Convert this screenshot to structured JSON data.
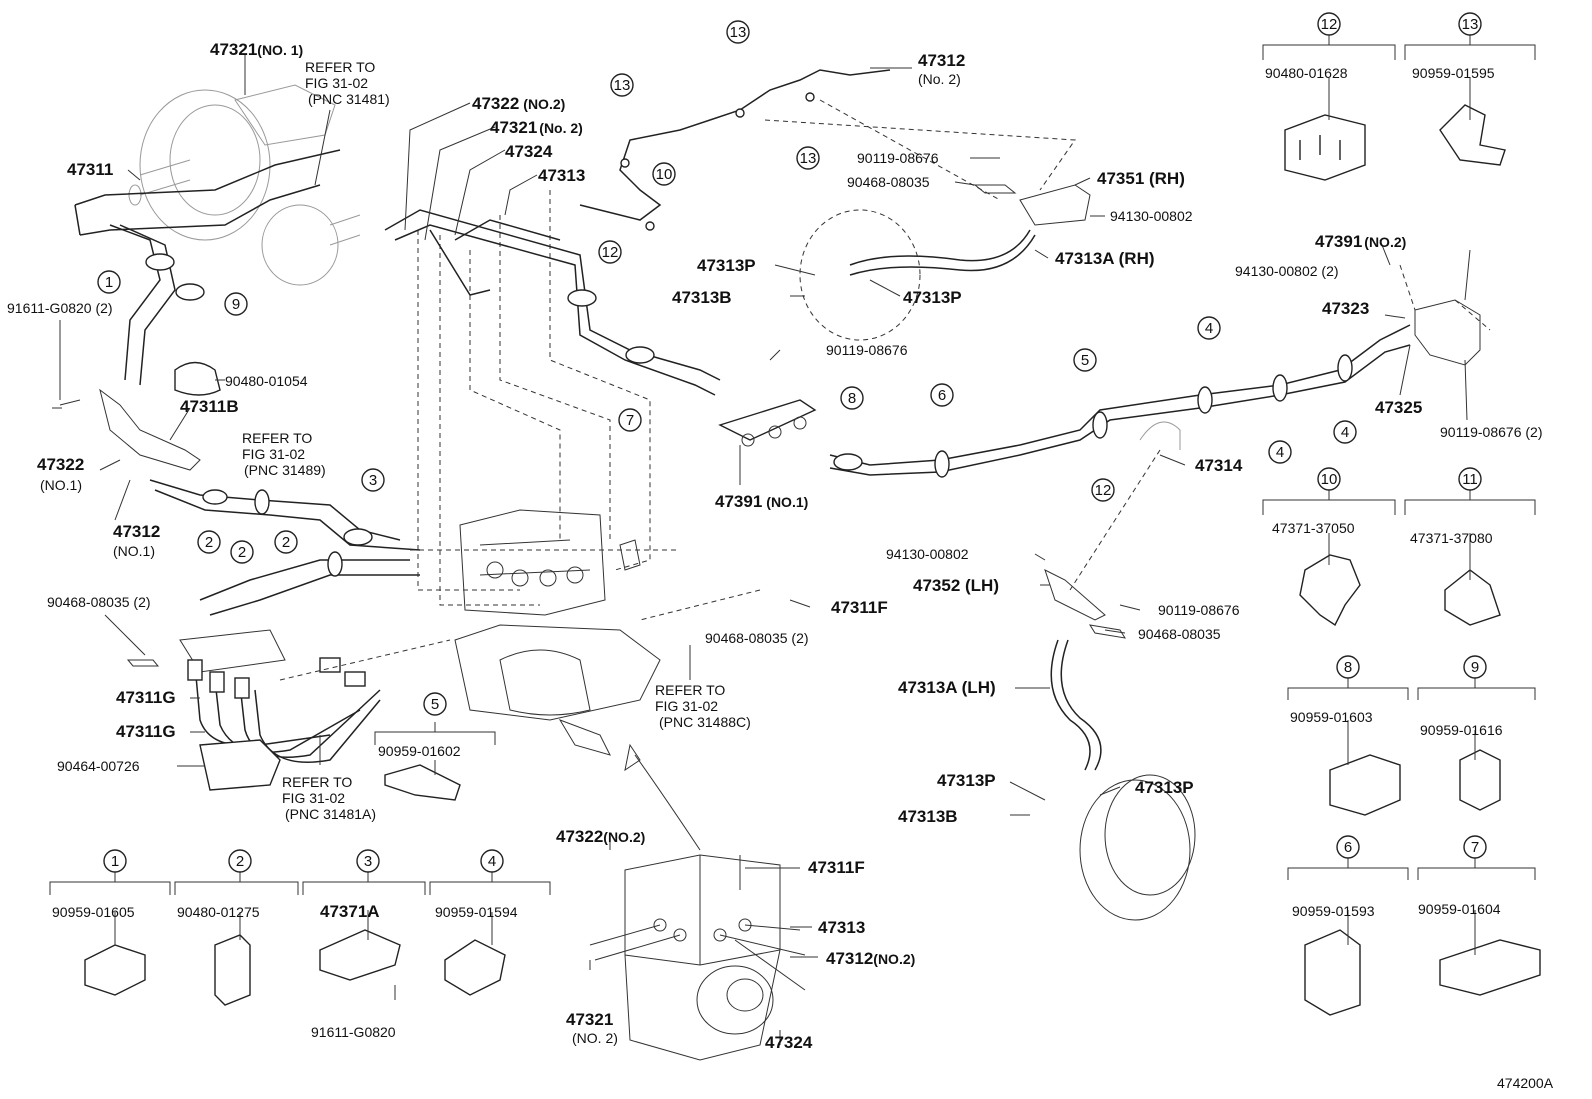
{
  "figure_code": "474200A",
  "callouts": {
    "c1": "1",
    "c2": "2",
    "c3": "3",
    "c4": "4",
    "c5": "5",
    "c6": "6",
    "c7": "7",
    "c8": "8",
    "c9": "9",
    "c10": "10",
    "c11": "11",
    "c12": "12",
    "c13": "13"
  },
  "labels": {
    "p47321_no1": "47321",
    "p47321_no1_sfx": "(NO. 1)",
    "ref1": "REFER TO",
    "ref1b": "FIG 31-02",
    "ref1c": "(PNC 31481)",
    "p47311": "47311",
    "p91611_2": "91611-G0820 (2)",
    "p90480_01054": "90480-01054",
    "p47311B": "47311B",
    "ref2": "REFER TO",
    "ref2b": "FIG 31-02",
    "ref2c": "(PNC 31489)",
    "p47322_no1": "47322",
    "p47322_no1_sfx": "(NO.1)",
    "p47312_no1": "47312",
    "p47312_no1_sfx": "(NO.1)",
    "p90468_2a": "90468-08035 (2)",
    "p47311G_a": "47311G",
    "p47311G_b": "47311G",
    "p90464": "90464-00726",
    "ref3": "REFER TO",
    "ref3b": "FIG 31-02",
    "ref3c": "(PNC 31481A)",
    "p90959_01602": "90959-01602",
    "p47322_no2_top": "47322",
    "p47322_no2_top_sfx": "(NO.2)",
    "p47321_no2_top": "47321",
    "p47321_no2_top_sfx": "(No. 2)",
    "p47324_top": "47324",
    "p47313_top": "47313",
    "p47312_no2_top": "47312",
    "p47312_no2_top_sfx": "(No. 2)",
    "p90119_a": "90119-08676",
    "p90468_a": "90468-08035",
    "p47351": "47351 (RH)",
    "p94130_a": "94130-00802",
    "p47313P_a": "47313P",
    "p47313B_a": "47313B",
    "p47313P_b": "47313P",
    "p47313A_rh": "47313A (RH)",
    "p90119_b": "90119-08676",
    "p47391_no1": "47391",
    "p47391_no1_sfx": "(NO.1)",
    "p47391_no2": "47391",
    "p47391_no2_sfx": "(NO.2)",
    "p94130_2": "94130-00802 (2)",
    "p47323": "47323",
    "p47325": "47325",
    "p90119_2": "90119-08676 (2)",
    "p47314": "47314",
    "p94130_b": "94130-00802",
    "p47352": "47352 (LH)",
    "p90119_c": "90119-08676",
    "p90468_b": "90468-08035",
    "p47311F_a": "47311F",
    "p90468_2b": "90468-08035 (2)",
    "ref4": "REFER TO",
    "ref4b": "FIG 31-02",
    "ref4c": "(PNC 31488C)",
    "p47313A_lh": "47313A (LH)",
    "p47313P_c": "47313P",
    "p47313B_b": "47313B",
    "p47313P_d": "47313P",
    "p47322_no2_bot": "47322",
    "p47322_no2_bot_sfx": "(NO.2)",
    "p47311F_b": "47311F",
    "p47313_bot": "47313",
    "p47312_no2_bot": "47312",
    "p47312_no2_bot_sfx": "(NO.2)",
    "p47321_no2_bot": "47321",
    "p47321_no2_bot_sfx": "(NO. 2)",
    "p47324_bot": "47324"
  },
  "legend": [
    {
      "key": "12",
      "part": "90480-01628"
    },
    {
      "key": "13",
      "part": "90959-01595"
    },
    {
      "key": "10",
      "part": "47371-37050"
    },
    {
      "key": "11",
      "part": "47371-37080"
    },
    {
      "key": "8",
      "part": "90959-01603"
    },
    {
      "key": "9",
      "part": "90959-01616"
    },
    {
      "key": "6",
      "part": "90959-01593"
    },
    {
      "key": "7",
      "part": "90959-01604"
    },
    {
      "key": "1",
      "part": "90959-01605"
    },
    {
      "key": "2",
      "part": "90480-01275"
    },
    {
      "key": "3",
      "part": "47371A"
    },
    {
      "key": "4",
      "part": "90959-01594"
    },
    {
      "key": "5",
      "part": "90959-01602"
    }
  ],
  "extra": {
    "p91611_single": "91611-G0820"
  }
}
